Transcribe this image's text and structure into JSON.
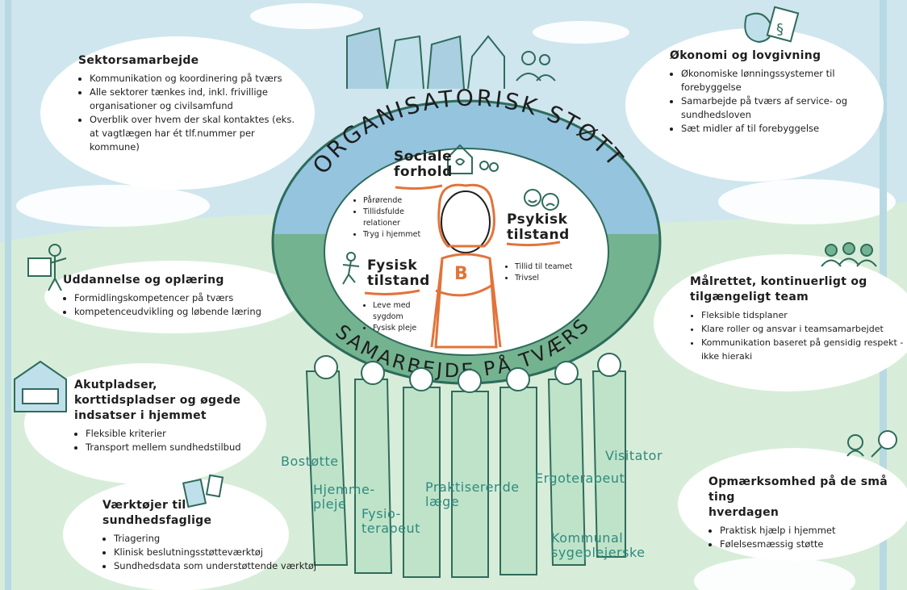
{
  "ring": {
    "top_text": "ORGANISATORISK STØTTE",
    "bottom_text": "SAMARBEJDE PÅ TVÆRS"
  },
  "person_badge": "B",
  "center": {
    "social": {
      "title_lines": [
        "Sociale",
        "forhold"
      ],
      "items": [
        "Pårørende",
        "Tillidsfulde relationer",
        "Tryg i hjemmet"
      ]
    },
    "psychic": {
      "title_lines": [
        "Psykisk",
        "tilstand"
      ],
      "items": [
        "Tillid til teamet",
        "Trivsel"
      ]
    },
    "physical": {
      "title_lines": [
        "Fysisk",
        "tilstand"
      ],
      "items": [
        "Leve med sygdom",
        "Fysisk pleje"
      ]
    }
  },
  "sections": {
    "sektor": {
      "title": "Sektorsamarbejde",
      "items": [
        "Kommunikation og koordinering på tværs",
        "Alle sektorer tænkes ind, inkl. frivillige organisationer og civilsamfund",
        "Overblik over hvem der skal kontaktes (eks. at vagtlægen har ét tlf.nummer per kommune)"
      ]
    },
    "uddannelse": {
      "title": "Uddannelse og oplæring",
      "items": [
        "Formidlingskompetencer på tværs",
        "kompetenceudvikling og løbende læring"
      ]
    },
    "akut": {
      "title_lines": [
        "Akutpladser,",
        "korttidspladser og øgede",
        "indsatser i hjemmet"
      ],
      "items": [
        "Fleksible kriterier",
        "Transport mellem sundhedstilbud"
      ]
    },
    "vaerktoej": {
      "title_lines": [
        "Værktøjer til",
        "sundhedsfaglige"
      ],
      "items": [
        "Triagering",
        "Klinisk beslutningsstøtteværktøj",
        "Sundhedsdata som understøttende værktøj"
      ]
    },
    "oekonomi": {
      "title": "Økonomi og lovgivning",
      "items": [
        "Økonomiske lønningssystemer til forebyggelse",
        "Samarbejde på tværs af service- og sundhedsloven",
        "Sæt midler af til forebyggelse"
      ]
    },
    "maalrettet": {
      "title_lines": [
        "Målrettet, kontinuerligt og",
        "tilgængeligt team"
      ],
      "items": [
        "Fleksible tidsplaner",
        "Klare roller og ansvar i teamsamarbejdet",
        "Kommunikation baseret på gensidig respekt - ikke hieraki"
      ]
    },
    "opmaerk": {
      "title_lines": [
        "Opmærksomhed på de små ting",
        "hverdagen"
      ],
      "items": [
        "Praktisk hjælp i hjemmet",
        "Følelsesmæssig støtte"
      ]
    }
  },
  "roles": {
    "bostotte": [
      "Bostøtte"
    ],
    "hjemmepleje": [
      "Hjemme-",
      "pleje"
    ],
    "fysioterapeut": [
      "Fysio-",
      "terapeut"
    ],
    "praktiserende": [
      "Praktiserende",
      "læge"
    ],
    "ergoterapeut": [
      "Ergoterapeut"
    ],
    "visitator": [
      "Visitator"
    ],
    "kommunal": [
      "Kommunal",
      "sygeplejerske"
    ]
  },
  "colors": {
    "sky": "#cfe6ee",
    "ground": "#d7edd9",
    "ring_top": "#95c4de",
    "ring_bottom": "#74b390",
    "teal_text": "#2f8a7e",
    "orange": "#e2733a",
    "dark_green": "#2e6b5b"
  },
  "icons": [
    "buildings-icon",
    "money-law-icon",
    "teacher-icon",
    "team-icon",
    "house-bed-icon",
    "phone-tools-icon",
    "magnifier-icon",
    "heart-house-icon",
    "smiley-faces-icon",
    "running-person-icon"
  ]
}
